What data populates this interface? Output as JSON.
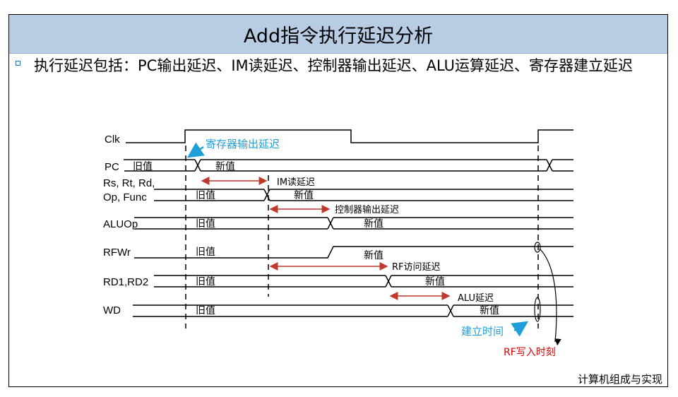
{
  "title": "Add指令执行延迟分析",
  "bullet": "执行延迟包括：PC输出延迟、IM读延迟、控制器输出延迟、ALU运算延迟、寄存器建立延迟",
  "footer": "计算机组成与实现",
  "signals": {
    "clk": "Clk",
    "pc": "PC",
    "rs": "Rs, Rt, Rd,",
    "op": "Op, Func",
    "aluop": "ALUOp",
    "rfwr": "RFWr",
    "rd": "RD1,RD2",
    "wd": "WD"
  },
  "values": {
    "old": "旧值",
    "new": "新值"
  },
  "delays": {
    "reg_out": "寄存器输出延迟",
    "im_read": "IM读延迟",
    "ctrl_out": "控制器输出延迟",
    "rf_access": "RF访问延迟",
    "alu": "ALU延迟",
    "setup": "建立时间",
    "rf_write": "RF写入时刻"
  },
  "colors": {
    "blue_annotation": "#1f9fd9",
    "red_arrow": "#c0392b",
    "red_text": "#e00000",
    "title_bg": "#b8cce4"
  }
}
